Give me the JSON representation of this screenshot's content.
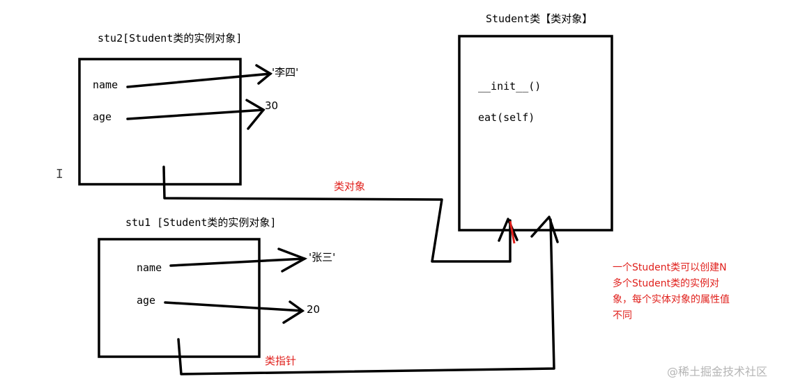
{
  "stu2": {
    "title": "stu2[Student类的实例对象]",
    "name_label": "name",
    "age_label": "age",
    "name_value": "'李四'",
    "age_value": "30"
  },
  "stu1": {
    "title": "stu1  [Student类的实例对象]",
    "name_label": "name",
    "age_label": "age",
    "name_value": "'张三'",
    "age_value": "20"
  },
  "student_class": {
    "title": "Student类【类对象】",
    "method_init": "__init__()",
    "method_eat": "eat(self)"
  },
  "labels": {
    "class_object": "类对象",
    "class_pointer": "类指针"
  },
  "note": "一个Student类可以创建N多个Student类的实例对象，每个实体对象的属性值不同",
  "watermark": "@稀土掘金技术社区",
  "colors": {
    "annotation": "#e0201c",
    "line": "#000000",
    "watermark": "#b5b5b5"
  }
}
